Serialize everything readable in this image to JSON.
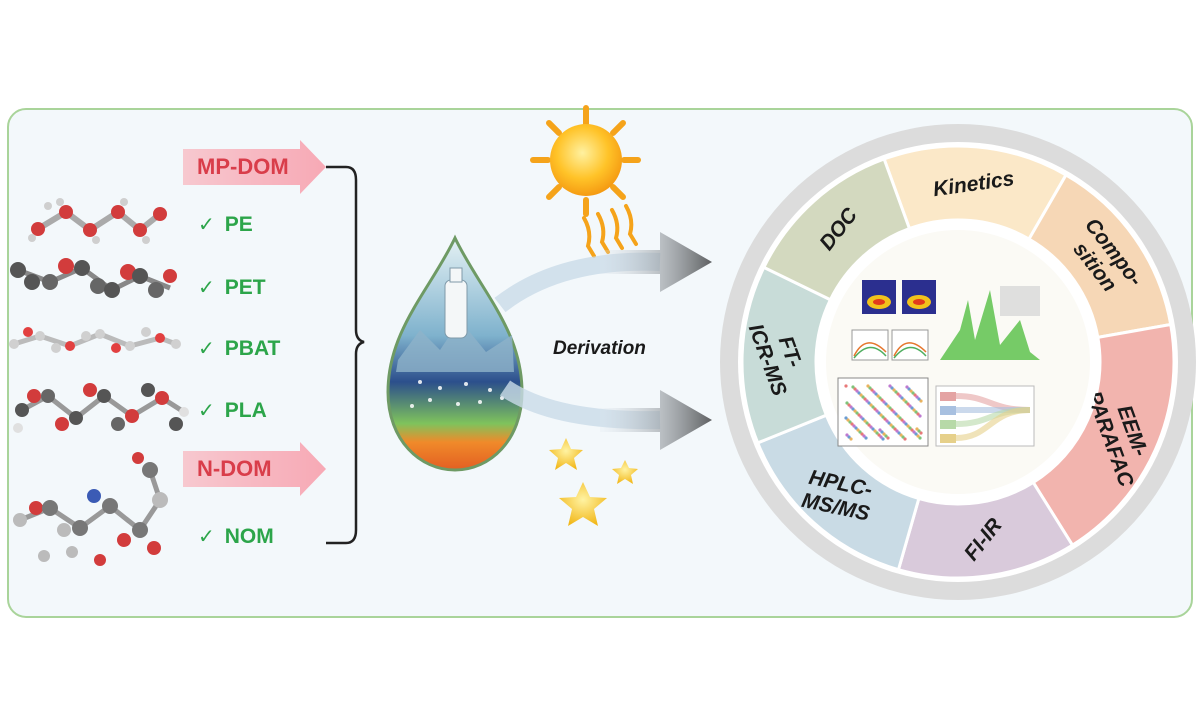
{
  "left": {
    "mp_dom_label": "MP-DOM",
    "n_dom_label": "N-DOM",
    "polymers": [
      "PE",
      "PET",
      "PBAT",
      "PLA"
    ],
    "natural": [
      "NOM"
    ],
    "check_glyph": "✓"
  },
  "middle": {
    "derivation_label": "Derivation",
    "icons": [
      "sun-icon",
      "star-icon",
      "water-drop-icon",
      "bottle-icon"
    ]
  },
  "wheel": {
    "segments": [
      {
        "label_lines": [
          "Kinetics"
        ],
        "color": "#fbe8c8"
      },
      {
        "label_lines": [
          "Compo-",
          "sition"
        ],
        "color": "#f6d7b6"
      },
      {
        "label_lines": [
          "EEM-",
          "PARAFAC"
        ],
        "color": "#f2b4ae"
      },
      {
        "label_lines": [
          "FI-IR"
        ],
        "color": "#d9cadb"
      },
      {
        "label_lines": [
          "HPLC-",
          "MS/MS"
        ],
        "color": "#c9dbe5"
      },
      {
        "label_lines": [
          "FT-",
          "ICR-MS"
        ],
        "color": "#c8dcd8"
      },
      {
        "label_lines": [
          "DOC"
        ],
        "color": "#d3d9bf"
      }
    ]
  },
  "colors": {
    "panel_border": "#a9d49a",
    "panel_bg": "#f3f8fb",
    "tag_text": "#d93d4a",
    "check_text": "#2ca54a",
    "ring": "#dcdcdc"
  }
}
